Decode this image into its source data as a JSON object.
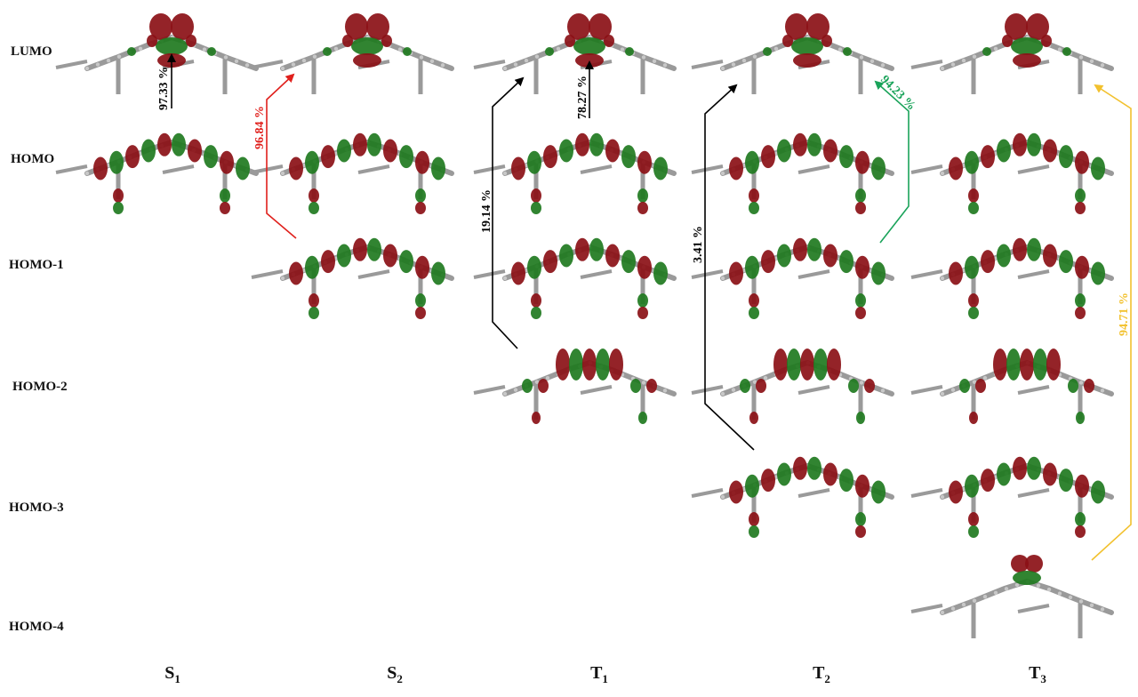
{
  "rows": [
    "LUMO",
    "HOMO",
    "HOMO-1",
    "HOMO-2",
    "HOMO-3",
    "HOMO-4"
  ],
  "states": [
    {
      "main": "S",
      "sub": "1"
    },
    {
      "main": "S",
      "sub": "2"
    },
    {
      "main": "T",
      "sub": "1"
    },
    {
      "main": "T",
      "sub": "2"
    },
    {
      "main": "T",
      "sub": "3"
    }
  ],
  "transitions": [
    {
      "label": "97.33 %",
      "color": "#000000"
    },
    {
      "label": "96.84 %",
      "color": "#e0201c"
    },
    {
      "label": "19.14 %",
      "color": "#000000"
    },
    {
      "label": "78.27 %",
      "color": "#000000"
    },
    {
      "label": "3.41 %",
      "color": "#000000"
    },
    {
      "label": "94.23 %",
      "color": "#1aa35a"
    },
    {
      "label": "94.71 %",
      "color": "#f2c12e"
    }
  ],
  "colors": {
    "lobe_positive": "#8b1016",
    "lobe_negative": "#1f7a1f",
    "atom": "#c8c8c8",
    "bond": "#9a9a9a"
  }
}
